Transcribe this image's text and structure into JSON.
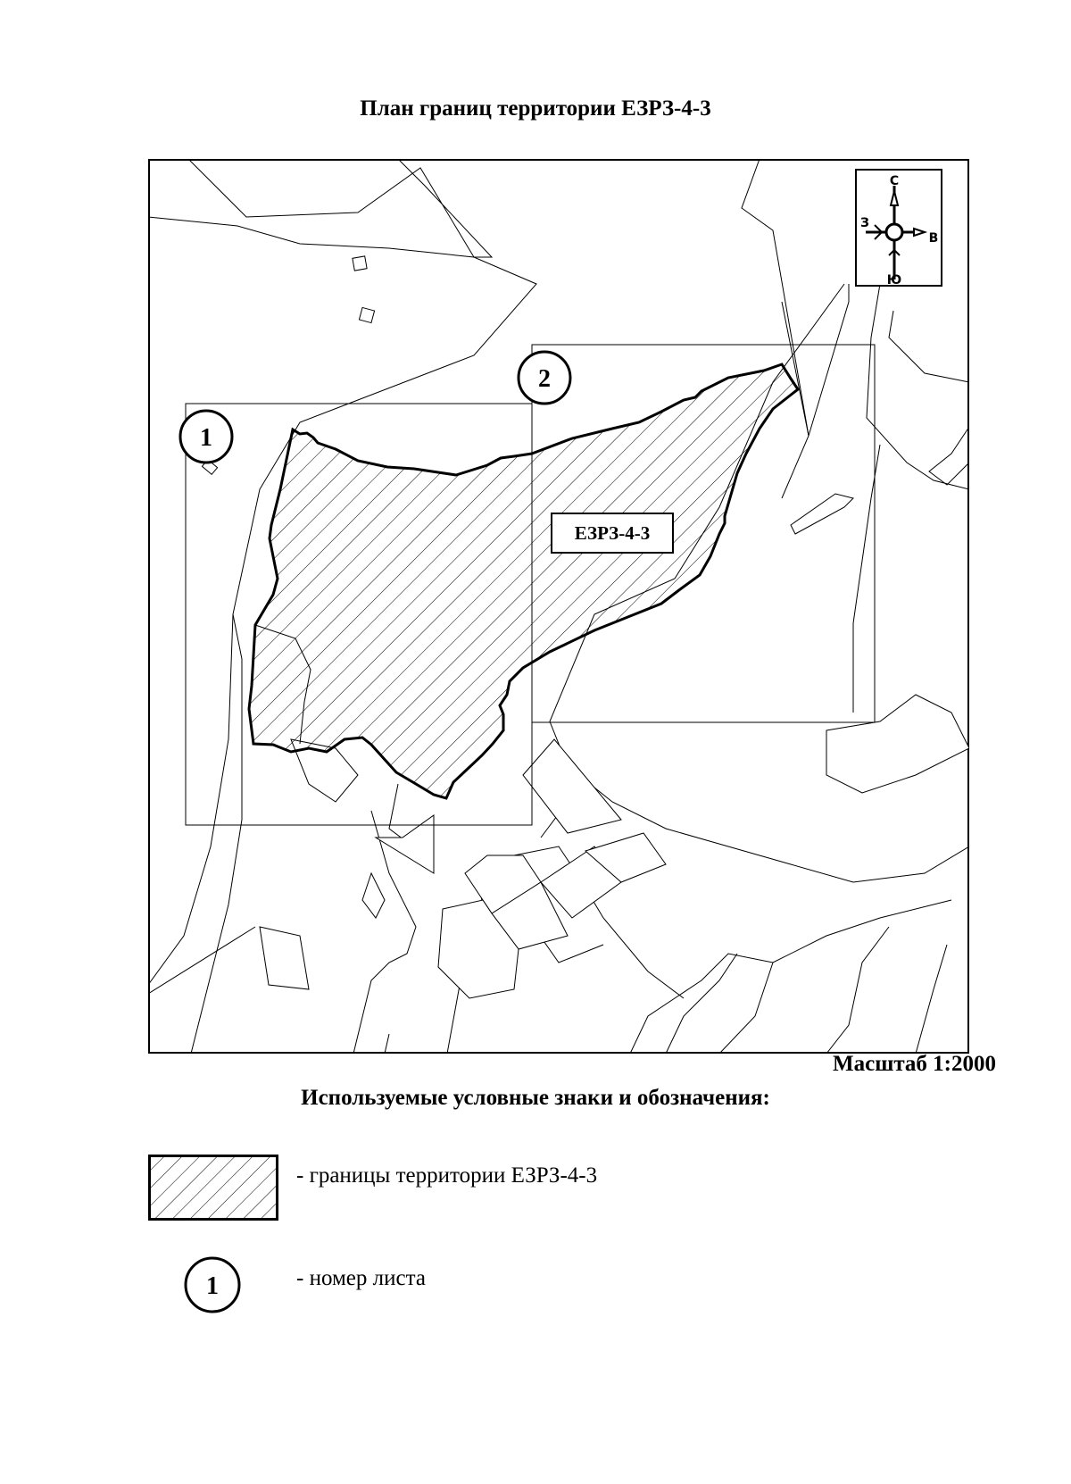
{
  "title": "План границ территории ЕЗРЗ-4-3",
  "map": {
    "zone_label": "ЕЗРЗ-4-3",
    "sheets": [
      "1",
      "2"
    ],
    "compass": {
      "north": "С",
      "south": "Ю",
      "west": "З",
      "east": "В"
    }
  },
  "scale": "Масштаб 1:2000",
  "legend": {
    "title": "Используемые условные знаки и обозначения:",
    "items": [
      {
        "symbol": "hatched-polygon",
        "label": "- границы территории ЕЗРЗ-4-3"
      },
      {
        "symbol": "1",
        "label": "- номер листа"
      }
    ]
  }
}
